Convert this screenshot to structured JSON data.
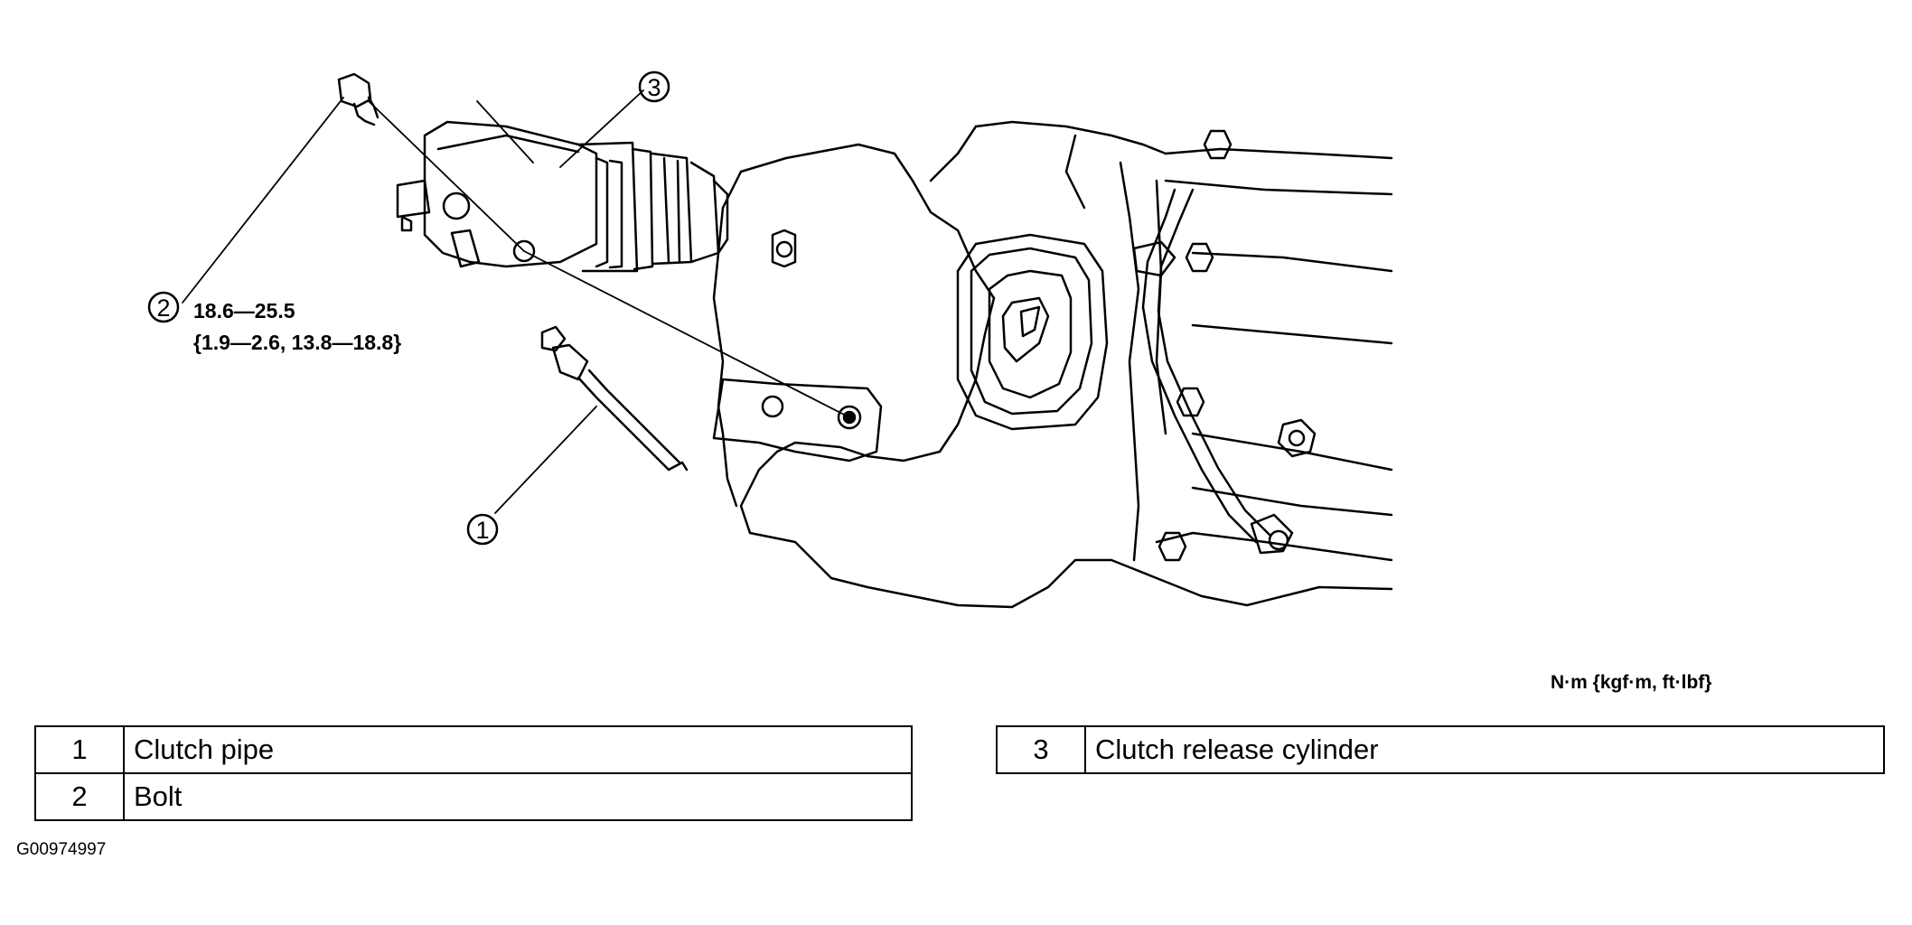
{
  "callouts": {
    "c1": "1",
    "c2": "2",
    "c3": "3"
  },
  "torque": {
    "value": "18.6—25.5",
    "sub": "{1.9—2.6, 13.8—18.8}"
  },
  "units_note": "N·m {kgf·m, ft·lbf}",
  "parts_table_left": [
    {
      "num": "1",
      "name": "Clutch pipe"
    },
    {
      "num": "2",
      "name": "Bolt"
    }
  ],
  "parts_table_right": [
    {
      "num": "3",
      "name": "Clutch release cylinder"
    }
  ],
  "image_id": "G00974997"
}
